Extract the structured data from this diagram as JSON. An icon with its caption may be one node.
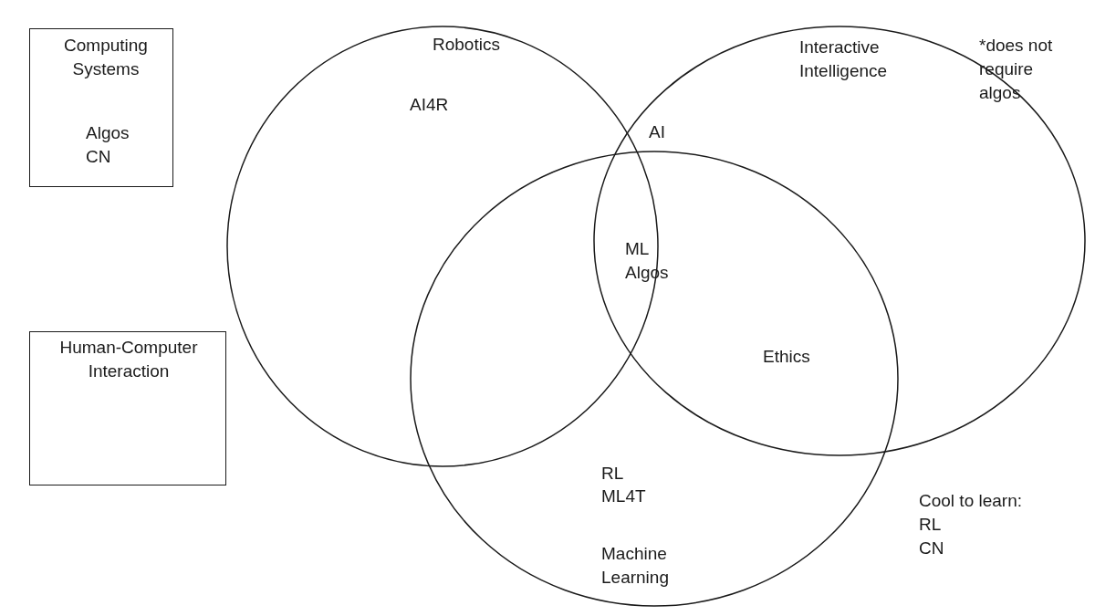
{
  "diagram": {
    "nodes": [
      {
        "text": [
          "Computing Systems",
          "Algos",
          "CN"
        ]
      },
      {
        "text": [
          "Human-Computer Interaction"
        ]
      },
      {
        "text": [
          "Robotics",
          "AI4R"
        ]
      },
      {
        "text": [
          "Interactive Intelligence",
          "*does not require algos"
        ]
      },
      {
        "text": [
          "RL",
          "ML4T",
          "Machine Learning"
        ]
      }
    ],
    "labels": [
      "AI",
      "ML",
      "Algos",
      "Ethics",
      "Cool to learn:",
      "RL",
      "CN"
    ]
  }
}
